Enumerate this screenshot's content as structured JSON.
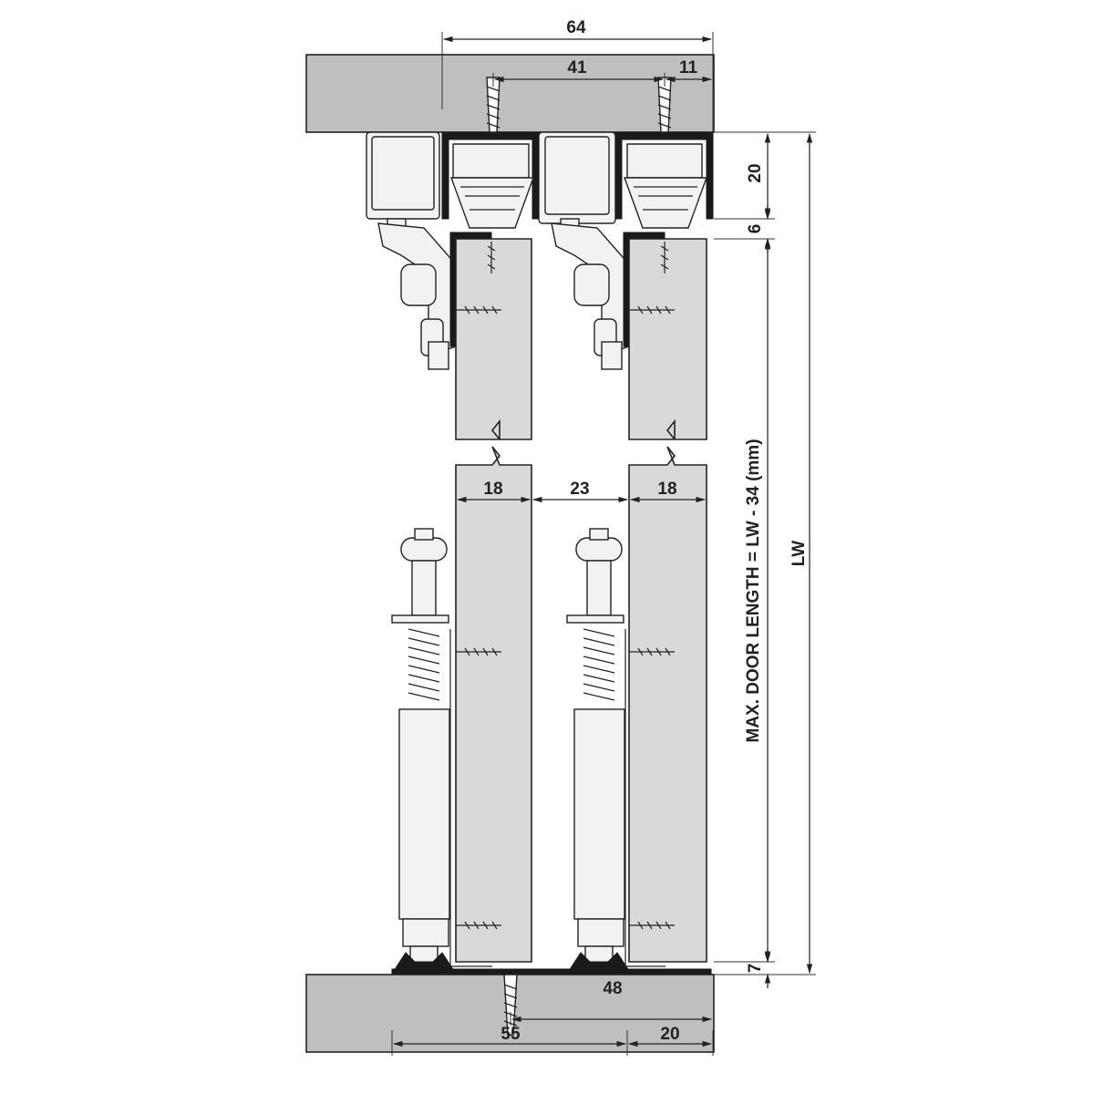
{
  "dimensions": {
    "overall_top_width": "64",
    "screw_spacing_top": "41",
    "top_edge_offset": "11",
    "track_height": "20",
    "track_gap": "6",
    "door_thickness_left": "18",
    "door_gap": "23",
    "door_thickness_right": "18",
    "bottom_gap": "7",
    "bottom_screw_spacing": "48",
    "bottom_width": "55",
    "bottom_edge_offset": "20",
    "max_door_length_label": "MAX. DOOR LENGTH = LW - 34 (mm)",
    "overall_height_label": "LW"
  },
  "colors": {
    "board": "#bfbfbf",
    "door": "#d9d9d9",
    "hardware": "#f2f2f2",
    "line": "#222222"
  }
}
